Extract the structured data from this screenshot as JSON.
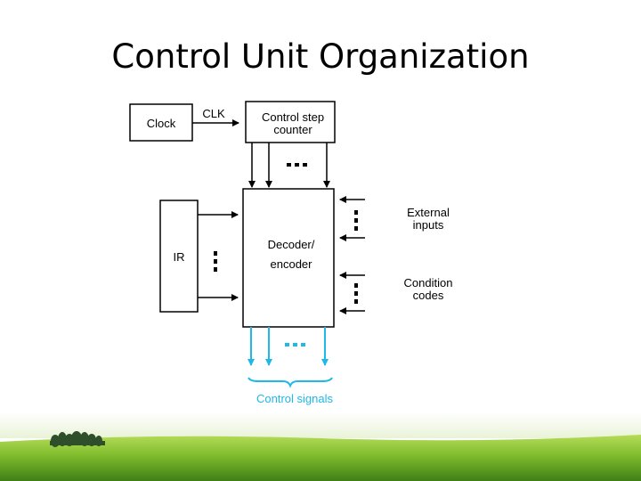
{
  "title": "Control Unit Organization",
  "diagram": {
    "clock_label": "Clock",
    "clk_label": "CLK",
    "counter_label_line1": "Control step",
    "counter_label_line2": "counter",
    "ir_label": "IR",
    "decoder_label_line1": "Decoder/",
    "decoder_label_line2": "encoder",
    "external_inputs_line1": "External",
    "external_inputs_line2": "inputs",
    "condition_codes_line1": "Condition",
    "condition_codes_line2": "codes",
    "control_signals_label": "Control signals"
  },
  "colors": {
    "line": "#000000",
    "control_signals": "#1fb8e8",
    "grass_dark": "#3f7f16",
    "grass_light": "#9ccf3c",
    "trees": "#2e4f2a"
  }
}
